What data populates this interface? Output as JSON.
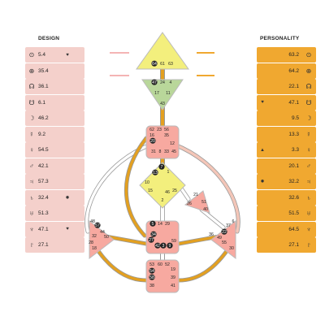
{
  "design_title": "DESIGN",
  "personality_title": "PERSONALITY",
  "colors": {
    "design": "#f4d0cb",
    "personality": "#f0a830",
    "head": "#f3ef7d",
    "ajna": "#b9d79a",
    "center_pink": "#f7a9a0",
    "arrow_design": "#f4b4b4",
    "arrow_pers": "#f0a830"
  },
  "design": [
    {
      "icon": "sun-icon",
      "sym": "⊙",
      "val": "5.4",
      "fix": "♥"
    },
    {
      "icon": "earth-icon",
      "sym": "⊕",
      "val": "35.4",
      "fix": ""
    },
    {
      "icon": "north-node-icon",
      "sym": "☊",
      "val": "36.1",
      "fix": ""
    },
    {
      "icon": "south-node-icon",
      "sym": "☋",
      "val": "6.1",
      "fix": ""
    },
    {
      "icon": "moon-icon",
      "sym": "☽",
      "val": "46.2",
      "fix": ""
    },
    {
      "icon": "mercury-icon",
      "sym": "☿",
      "val": "9.2",
      "fix": ""
    },
    {
      "icon": "venus-icon",
      "sym": "♀",
      "val": "54.5",
      "fix": ""
    },
    {
      "icon": "mars-icon",
      "sym": "♂",
      "val": "42.1",
      "fix": ""
    },
    {
      "icon": "jupiter-icon",
      "sym": "♃",
      "val": "57.3",
      "fix": ""
    },
    {
      "icon": "saturn-icon",
      "sym": "♄",
      "val": "32.4",
      "fix": "✹"
    },
    {
      "icon": "uranus-icon",
      "sym": "♅",
      "val": "51.3",
      "fix": ""
    },
    {
      "icon": "neptune-icon",
      "sym": "♆",
      "val": "47.1",
      "fix": "♥"
    },
    {
      "icon": "pluto-icon",
      "sym": "♇",
      "val": "27.1",
      "fix": ""
    }
  ],
  "personality": [
    {
      "icon": "sun-icon",
      "sym": "⊙",
      "val": "63.2",
      "fix": ""
    },
    {
      "icon": "earth-icon",
      "sym": "⊕",
      "val": "64.2",
      "fix": ""
    },
    {
      "icon": "north-node-icon",
      "sym": "☊",
      "val": "22.1",
      "fix": ""
    },
    {
      "icon": "south-node-icon",
      "sym": "☋",
      "val": "47.1",
      "fix": "♥"
    },
    {
      "icon": "moon-icon",
      "sym": "☽",
      "val": "9.5",
      "fix": ""
    },
    {
      "icon": "mercury-icon",
      "sym": "☿",
      "val": "13.3",
      "fix": ""
    },
    {
      "icon": "venus-icon",
      "sym": "♀",
      "val": "3.3",
      "fix": "▲"
    },
    {
      "icon": "mars-icon",
      "sym": "♂",
      "val": "20.1",
      "fix": ""
    },
    {
      "icon": "jupiter-icon",
      "sym": "♃",
      "val": "32.2",
      "fix": "✹"
    },
    {
      "icon": "saturn-icon",
      "sym": "♄",
      "val": "32.6",
      "fix": ""
    },
    {
      "icon": "uranus-icon",
      "sym": "♅",
      "val": "51.5",
      "fix": ""
    },
    {
      "icon": "neptune-icon",
      "sym": "♆",
      "val": "64.5",
      "fix": ""
    },
    {
      "icon": "pluto-icon",
      "sym": "♇",
      "val": "27.1",
      "fix": ""
    }
  ],
  "gates": {
    "head": [
      "64",
      "61",
      "63"
    ],
    "ajna_top": [
      "47",
      "24",
      "4"
    ],
    "ajna_bottom": [
      "17",
      "11"
    ],
    "ajna_point": [
      "43"
    ],
    "throat": [
      "62",
      "23",
      "56",
      "16",
      "35",
      "20",
      "12",
      "31",
      "8",
      "33",
      "45"
    ],
    "g": [
      "7",
      "1",
      "13",
      "10",
      "15",
      "25",
      "46",
      "2"
    ],
    "heart": [
      "21",
      "51",
      "26",
      "40"
    ],
    "spleen": [
      "48",
      "57",
      "44",
      "50",
      "32",
      "28",
      "18"
    ],
    "sacral": [
      "5",
      "14",
      "29",
      "34",
      "27",
      "42",
      "3",
      "9",
      "59"
    ],
    "solar": [
      "6",
      "37",
      "22",
      "36",
      "49",
      "55",
      "30"
    ],
    "root": [
      "53",
      "60",
      "52",
      "54",
      "19",
      "58",
      "39",
      "38",
      "41"
    ]
  }
}
